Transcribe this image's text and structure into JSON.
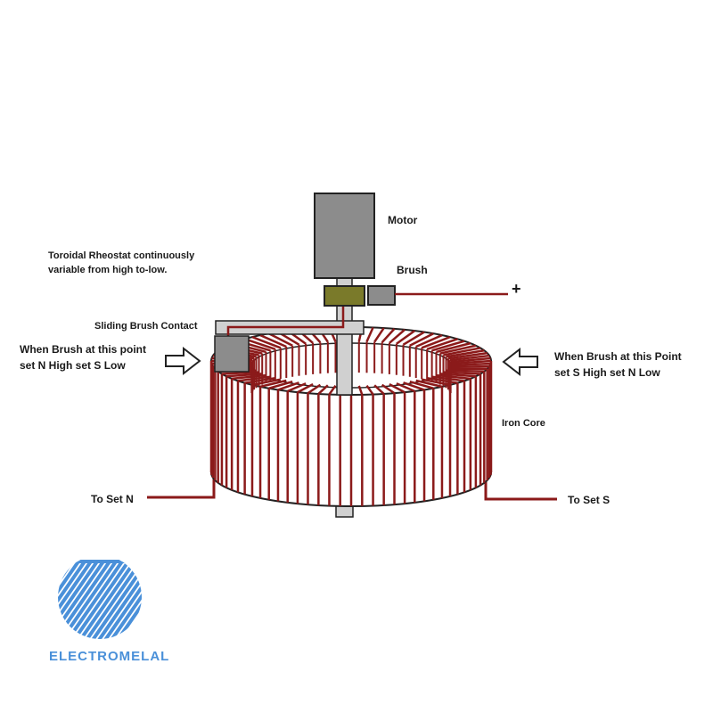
{
  "labels": {
    "motor": "Motor",
    "brush": "Brush",
    "plus": "+",
    "title_line1": "Toroidal Rheostat continuously",
    "title_line2": "variable from high to-low.",
    "sliding": "Sliding Brush Contact",
    "left_line1": "When Brush at this point",
    "left_line2": "set N High set S Low",
    "right_line1": "When Brush at this Point",
    "right_line2": "set S High set N Low",
    "iron_core": "Iron Core",
    "set_n": "To Set N",
    "set_s": "To Set S"
  },
  "logo": {
    "name": "ELECTROMELAL",
    "color": "#4a90d9"
  },
  "colors": {
    "wire": "#8b1a1a",
    "metal": "#8c8c8c",
    "shaft": "#d0d0d0",
    "holder": "#7a7a2a"
  }
}
